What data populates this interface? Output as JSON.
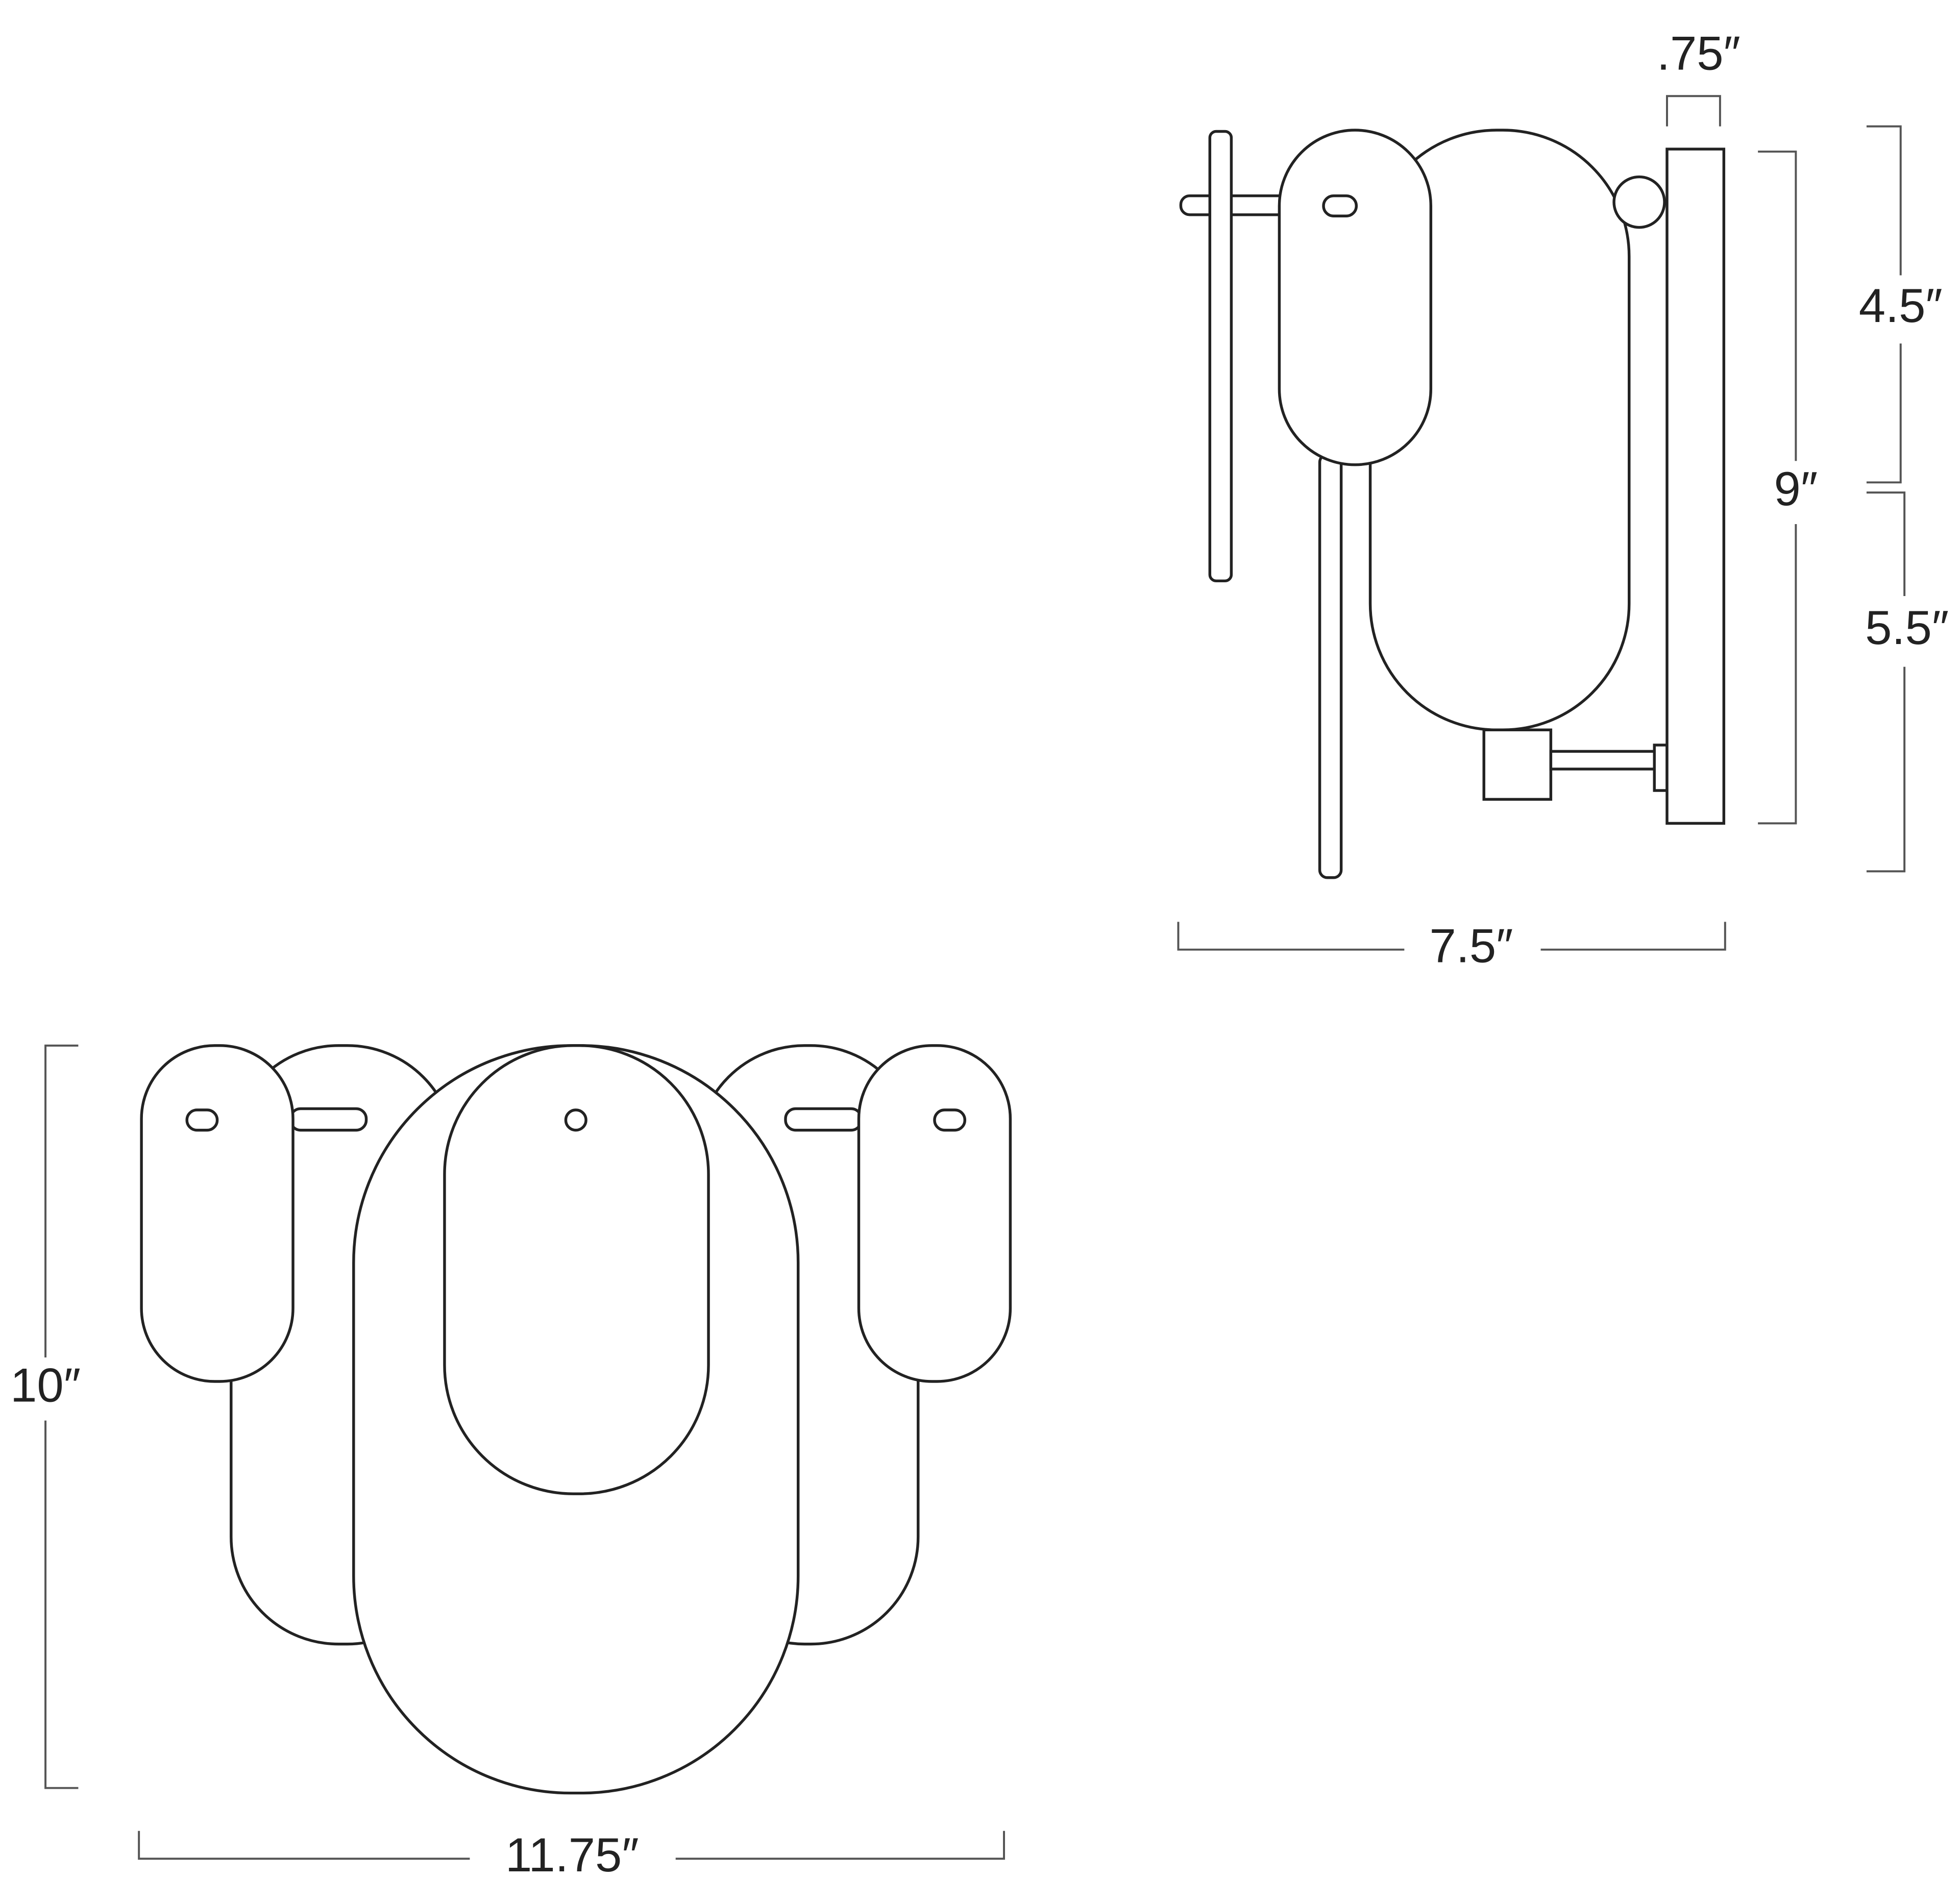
{
  "front_view": {
    "height_label": "10″",
    "width_label": "11.75″"
  },
  "side_view": {
    "backplate_depth_label": ".75″",
    "backplate_height_label": "9″",
    "upper_height_label": "4.5″",
    "lower_height_label": "5.5″",
    "depth_label": "7.5″"
  },
  "colors": {
    "line": "#222222",
    "dimension": "#555555",
    "background": "#ffffff"
  }
}
